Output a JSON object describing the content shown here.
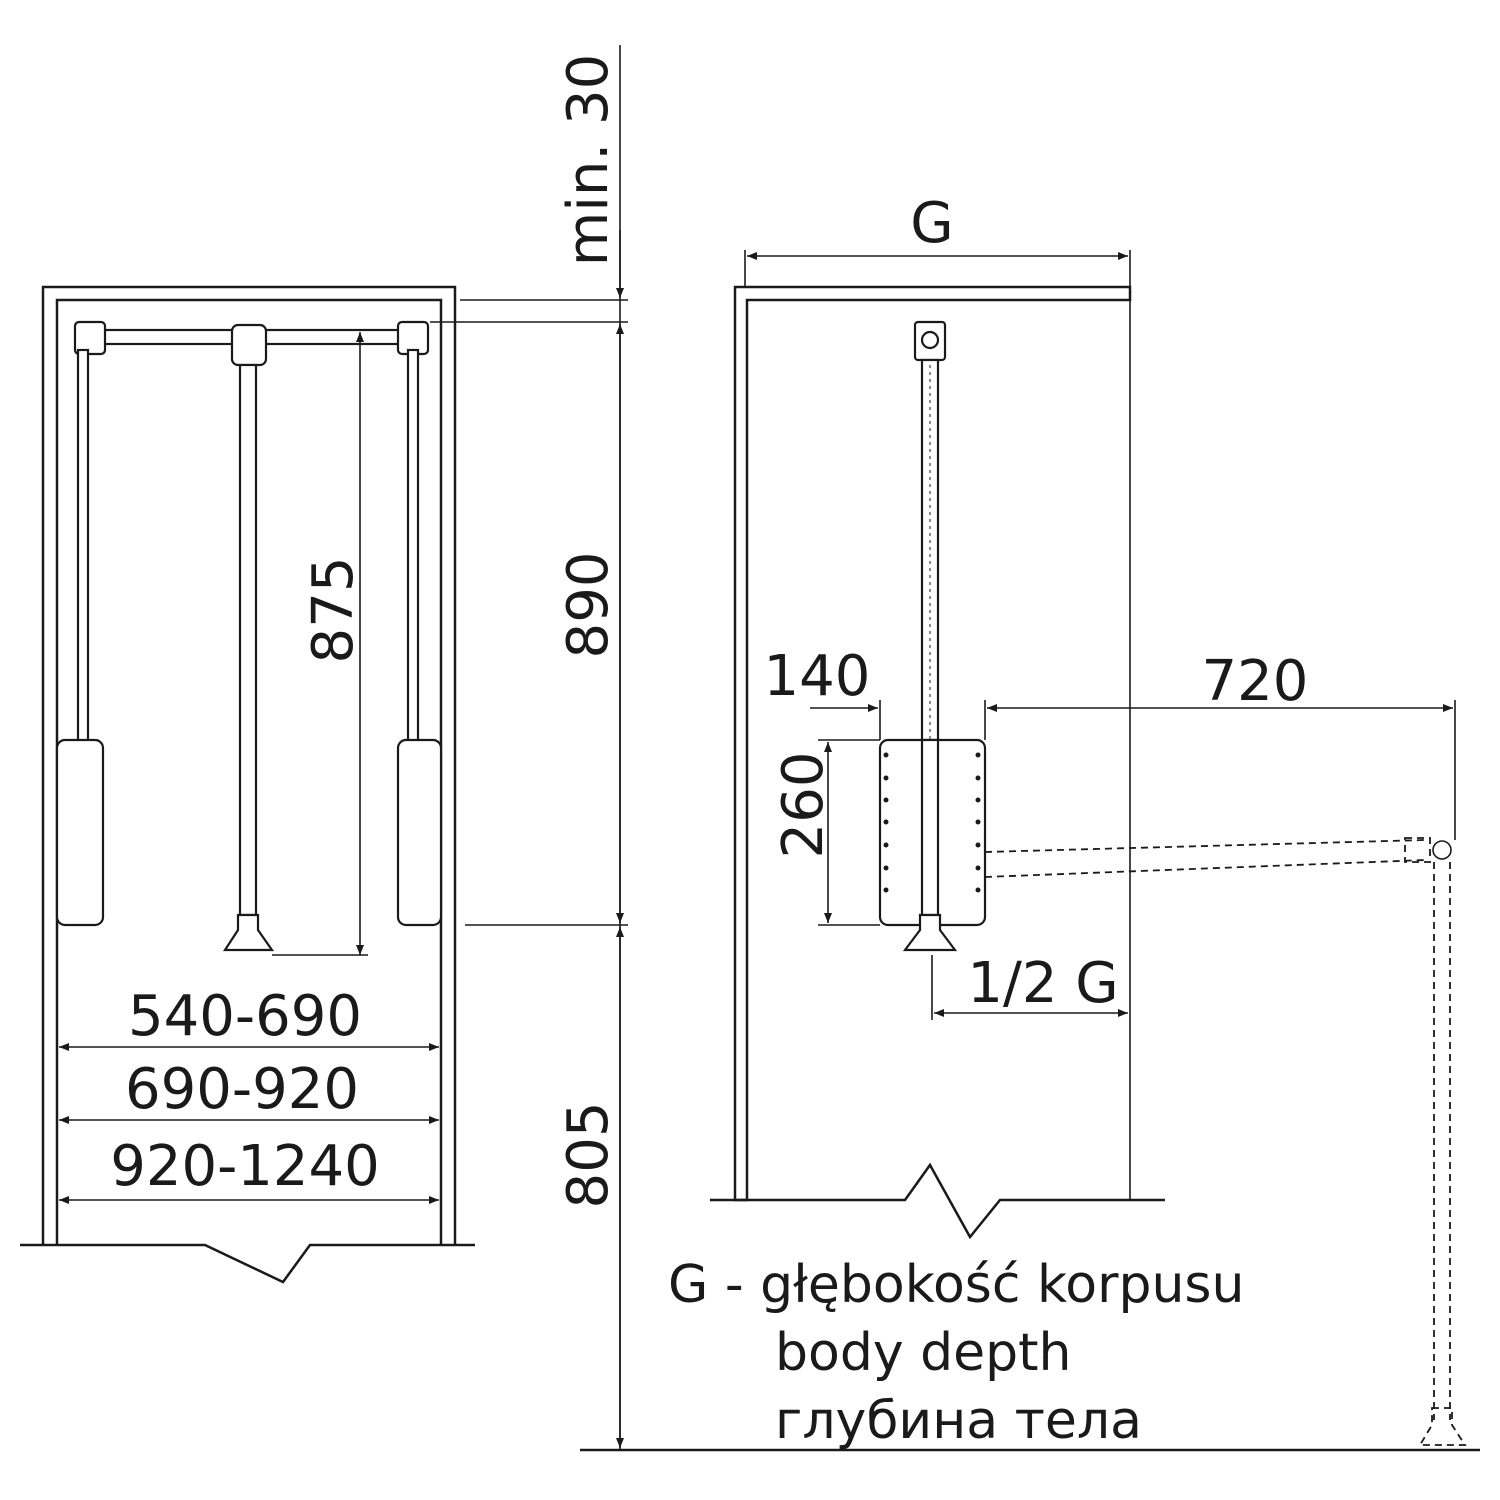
{
  "dimensions": {
    "min_top": "min. 30",
    "rail_height": "890",
    "floor_height": "805",
    "stroke": "875",
    "width_1": "540-690",
    "width_2": "690-920",
    "width_3": "920-1240",
    "depth": "G",
    "pad_width": "140",
    "extension": "720",
    "pad_height": "260",
    "half_depth": "1/2 G"
  },
  "legend": {
    "line1": "G - głębokość korpusu",
    "line2": "body depth",
    "line3": "глубина тела"
  }
}
